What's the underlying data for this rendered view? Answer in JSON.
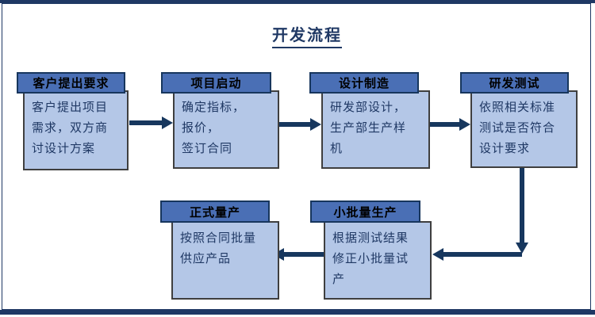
{
  "title": "开发流程",
  "colors": {
    "accent_navy": "#1f3864",
    "arrow_navy": "#17375e",
    "header_fill": "#4a6fb5",
    "header_border": "#17365d",
    "header_text": "#000000",
    "body_fill": "#b4c7e7",
    "body_border": "#3f3f3f",
    "body_text": "#1f3864",
    "background": "#ffffff"
  },
  "nodes": [
    {
      "header": "客户提出要求",
      "body_lines": [
        "客户提出项目",
        "需求，双方商",
        "讨设计方案"
      ]
    },
    {
      "header": "项目启动",
      "body_lines": [
        "确定指标，",
        "报价，",
        "签订合同"
      ]
    },
    {
      "header": "设计制造",
      "body_lines": [
        "研发部设计，",
        "生产部生产样",
        "机"
      ]
    },
    {
      "header": "研发测试",
      "body_lines": [
        "依照相关标准",
        "测试是否符合",
        "设计要求"
      ]
    },
    {
      "header": "正式量产",
      "body_lines": [
        "按照合同批量",
        "供应产品"
      ]
    },
    {
      "header": "小批量生产",
      "body_lines": [
        "根据测试结果",
        "修正小批量试",
        "产"
      ]
    }
  ],
  "flow": [
    {
      "from": "客户提出要求",
      "to": "项目启动",
      "direction": "right"
    },
    {
      "from": "项目启动",
      "to": "设计制造",
      "direction": "right"
    },
    {
      "from": "设计制造",
      "to": "研发测试",
      "direction": "right"
    },
    {
      "from": "研发测试",
      "to": "小批量生产",
      "direction": "down-left"
    },
    {
      "from": "小批量生产",
      "to": "正式量产",
      "direction": "left"
    }
  ]
}
